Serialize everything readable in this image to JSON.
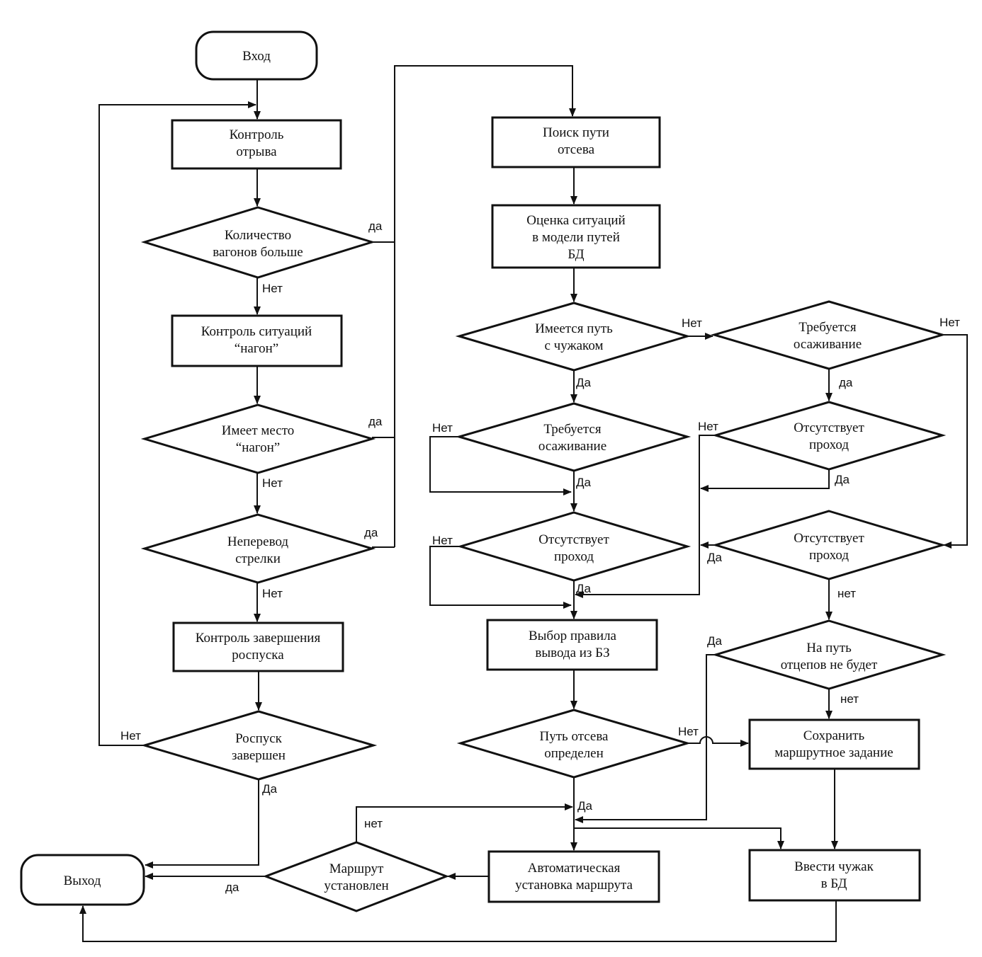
{
  "nodes": {
    "start": [
      "Вход"
    ],
    "control_break": [
      "Контроль",
      "отрыва"
    ],
    "cars_more": [
      "Количество",
      "вагонов больше"
    ],
    "control_catchup": [
      "Контроль ситуаций",
      "“нагон”"
    ],
    "catchup_occurs": [
      "Имеет место",
      "“нагон”"
    ],
    "switch_fail": [
      "Неперевод",
      "стрелки"
    ],
    "control_finish": [
      "Контроль завершения",
      "роспуска"
    ],
    "finished": [
      "Роспуск",
      "завершен"
    ],
    "exit": [
      "Выход"
    ],
    "search_track": [
      "Поиск пути",
      "отсева"
    ],
    "evaluate": [
      "Оценка ситуаций",
      "в модели путей",
      "БД"
    ],
    "has_foreign": [
      "Имеется путь",
      "с чужаком"
    ],
    "backup_needed_r": [
      "Требуется",
      "осаживание"
    ],
    "backup_needed_l": [
      "Требуется",
      "осаживание"
    ],
    "no_pass_r1": [
      "Отсутствует",
      "проход"
    ],
    "no_pass_l": [
      "Отсутствует",
      "проход"
    ],
    "no_pass_r2": [
      "Отсутствует",
      "проход"
    ],
    "choose_rule": [
      "Выбор правила",
      "вывода из БЗ"
    ],
    "no_cuts": [
      "На путь",
      "отцепов не будет"
    ],
    "track_defined": [
      "Путь отсева",
      "определен"
    ],
    "save_route": [
      "Сохранить",
      "маршрутное задание"
    ],
    "route_set": [
      "Маршрут",
      "установлен"
    ],
    "auto_route": [
      "Автоматическая",
      "установка маршрута"
    ],
    "enter_foreign": [
      "Ввести чужак",
      "в БД"
    ]
  },
  "labels": {
    "d1_yes": "да",
    "d1_no": "Нет",
    "d2_yes": "да",
    "d2_no": "Нет",
    "d3_yes": "да",
    "d3_no": "Нет",
    "d4_no": "Нет",
    "d4_yes": "Да",
    "d5_no": "Нет",
    "d5_yes": "Да",
    "d6_no": "Нет",
    "d6_yes": "да",
    "d7_no": "Нет",
    "d7_yes": "Да",
    "d8_no": "Нет",
    "d8_yes": "Да",
    "d9_no": "Нет",
    "d9_yes": "Да",
    "d10_yes": "Да",
    "d10_no": "нет",
    "d11_yes": "Да",
    "d11_no": "нет",
    "d12_no": "Нет",
    "d12_yes": "Да",
    "d13_no": "нет",
    "d13_yes": "да"
  }
}
